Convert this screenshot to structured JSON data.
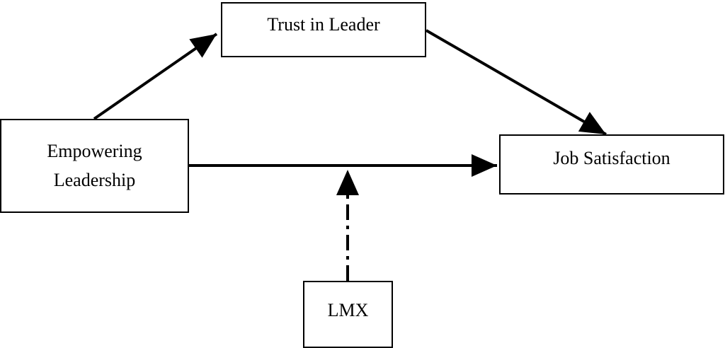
{
  "nodes": {
    "trust": {
      "label": "Trust in Leader"
    },
    "empowering": {
      "line1": "Empowering",
      "line2": "Leadership"
    },
    "job": {
      "label": "Job Satisfaction"
    },
    "lmx": {
      "label": "LMX"
    }
  },
  "edges": [
    {
      "from": "empowering",
      "to": "trust",
      "style": "solid"
    },
    {
      "from": "trust",
      "to": "job",
      "style": "solid"
    },
    {
      "from": "empowering",
      "to": "job",
      "style": "solid"
    },
    {
      "from": "lmx",
      "to": "empowering-job-path",
      "style": "dash-dot"
    }
  ],
  "colors": {
    "stroke": "#000000",
    "fill": "#ffffff"
  }
}
